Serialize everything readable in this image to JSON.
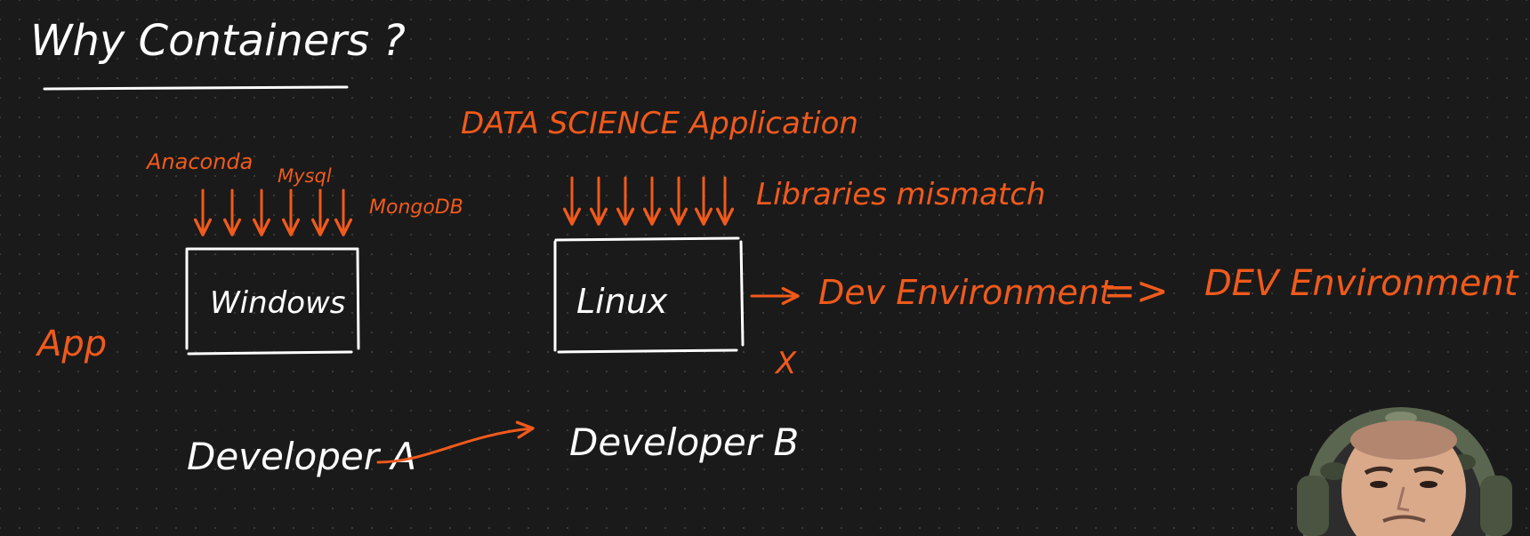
{
  "title": "Why Containers ?",
  "header_app": "DATA SCIENCE Application",
  "windows_side": {
    "labels": [
      "Anaconda",
      "Mysql",
      "MongoDB"
    ],
    "box_label": "Windows",
    "app_label": "App",
    "developer": "Developer A"
  },
  "linux_side": {
    "note": "Libraries mismatch",
    "box_label": "Linux",
    "developer": "Developer B",
    "cross": "X"
  },
  "environments": {
    "dev_env": "Dev Environment",
    "implies": "=>",
    "dev_env_2": "DEV Environment"
  },
  "colors": {
    "background": "#1a1a1a",
    "ink_white": "#ffffff",
    "ink_orange": "#f05a1c"
  },
  "webcam": {
    "icon": "presenter-avatar-icon"
  }
}
